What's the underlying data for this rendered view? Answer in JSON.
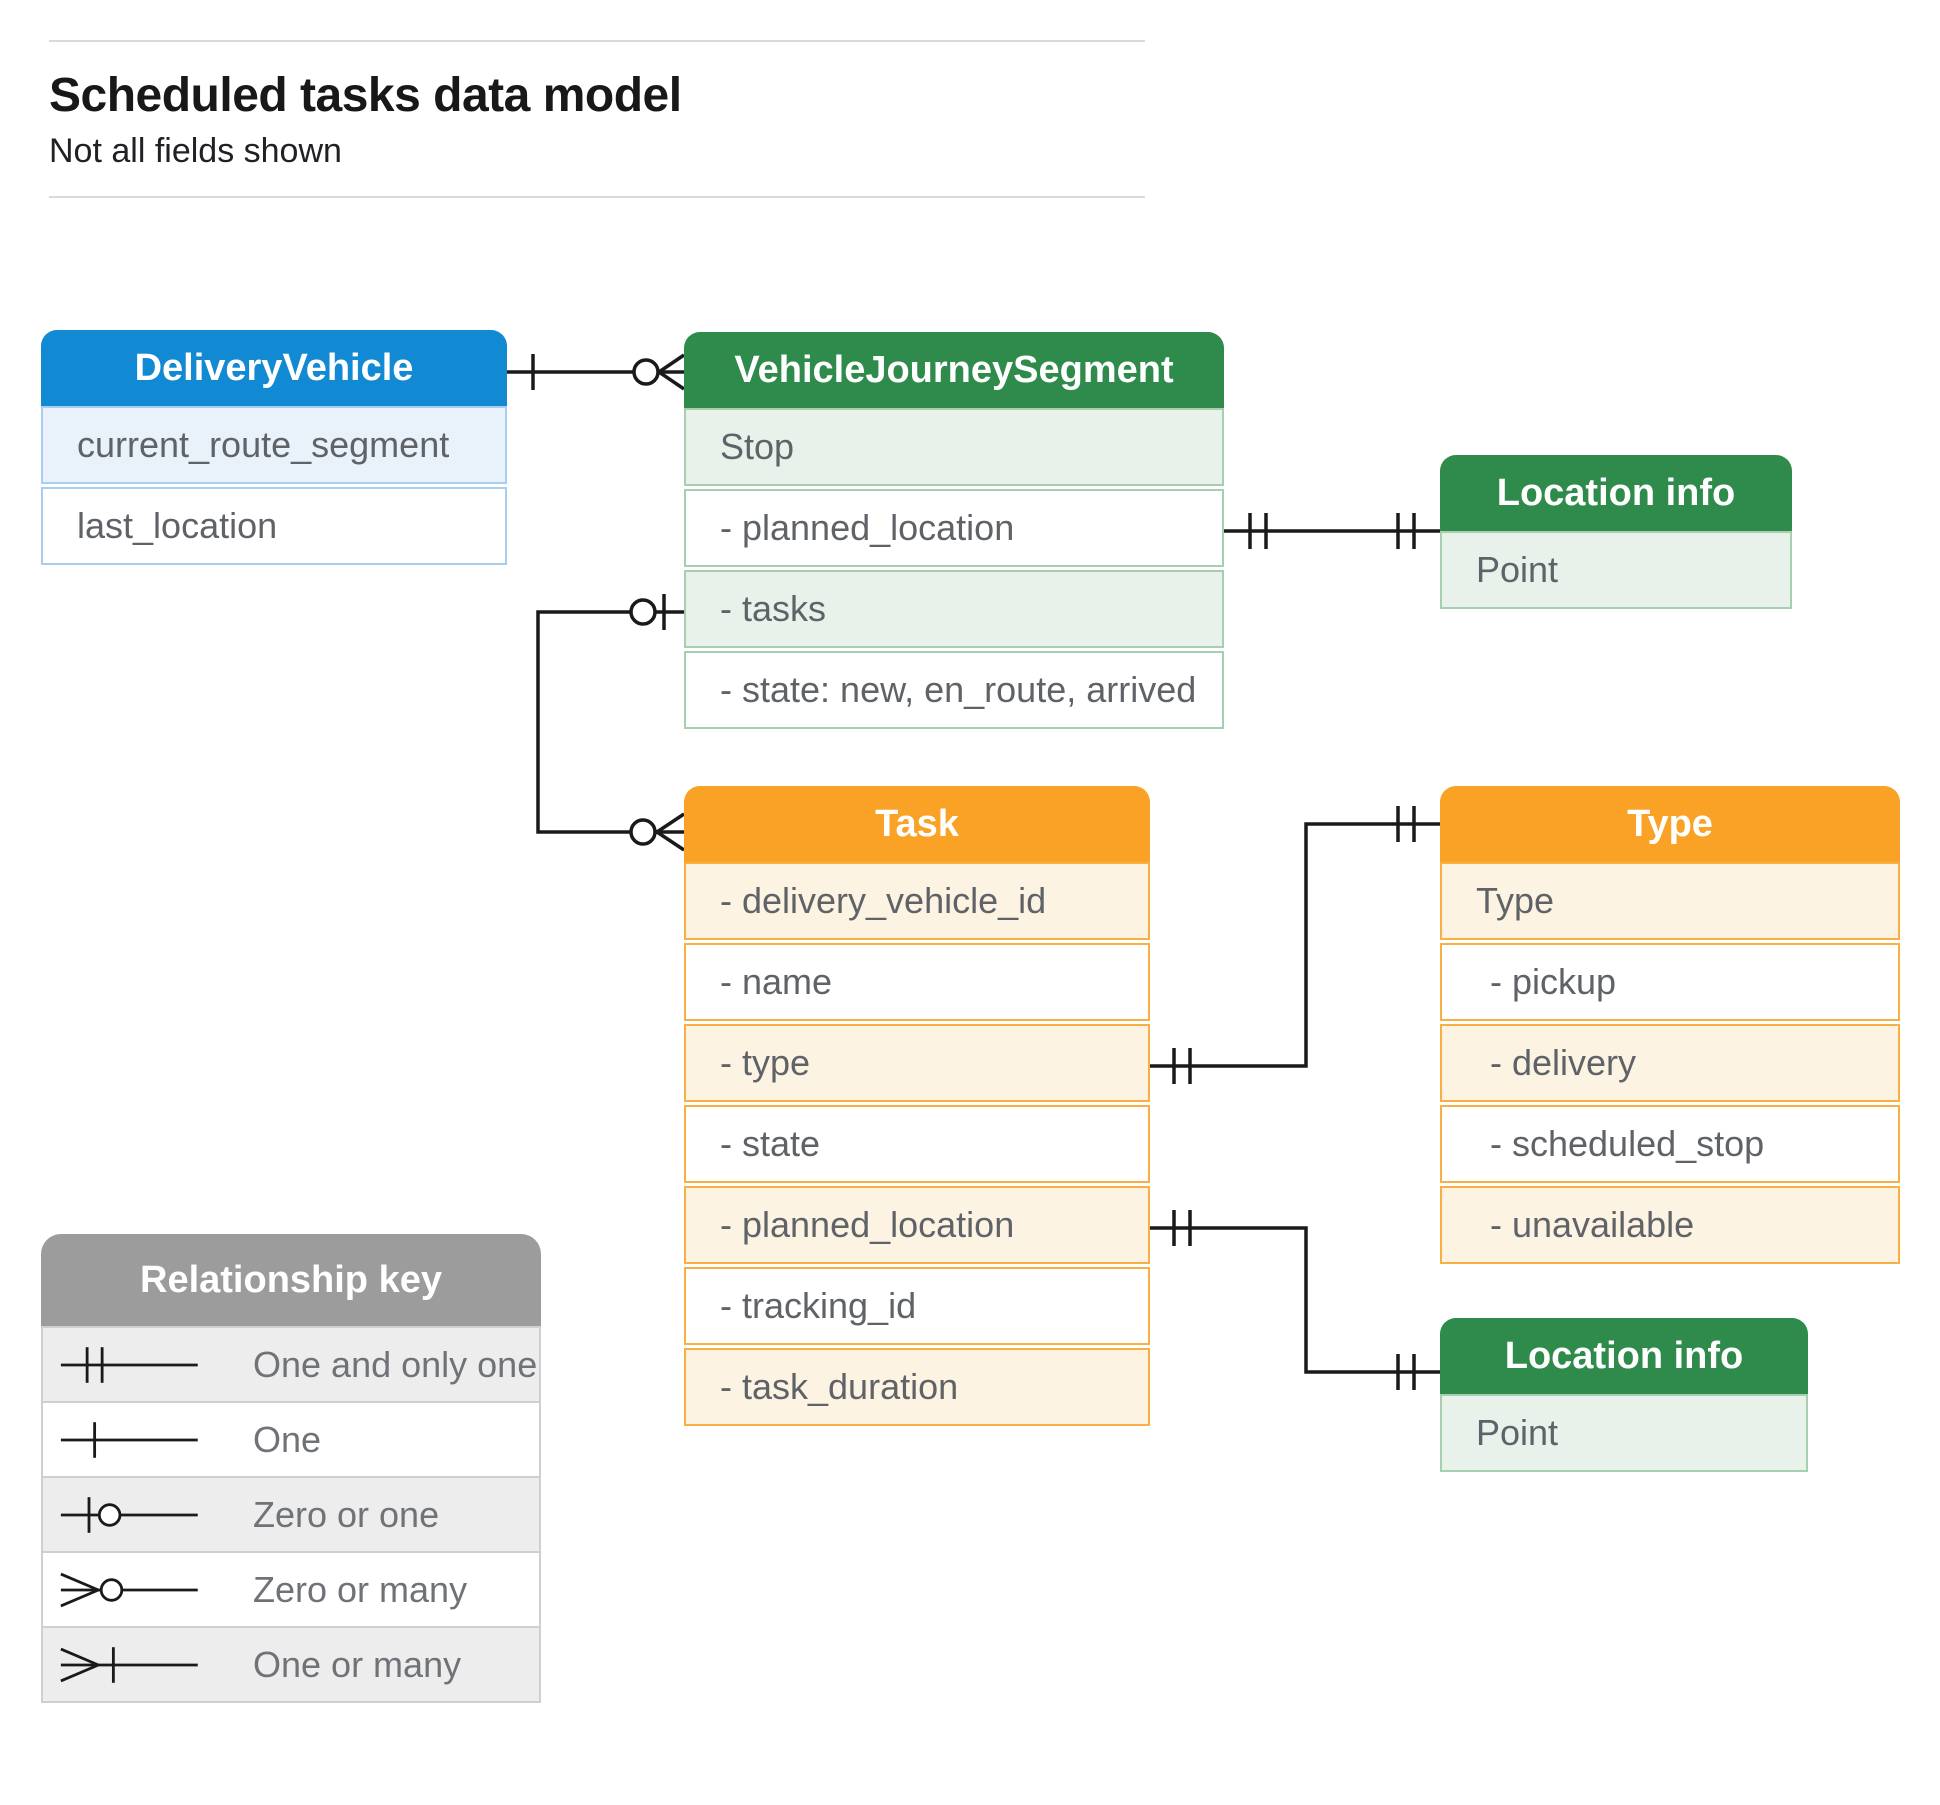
{
  "header": {
    "title": "Scheduled tasks data model",
    "subtitle": "Not all fields shown"
  },
  "entities": {
    "delivery_vehicle": {
      "title": "DeliveryVehicle",
      "fields": [
        "current_route_segment",
        "last_location"
      ]
    },
    "vehicle_journey_segment": {
      "title": "VehicleJourneySegment",
      "fields": [
        "Stop",
        "- planned_location",
        "- tasks",
        "- state: new, en_route, arrived"
      ]
    },
    "location_info_top": {
      "title": "Location info",
      "fields": [
        "Point"
      ]
    },
    "task": {
      "title": "Task",
      "fields": [
        "- delivery_vehicle_id",
        "- name",
        "- type",
        "- state",
        "- planned_location",
        "- tracking_id",
        "- task_duration"
      ]
    },
    "type": {
      "title": "Type",
      "fields": [
        "Type",
        "- pickup",
        "- delivery",
        "- scheduled_stop",
        "- unavailable"
      ]
    },
    "location_info_bottom": {
      "title": "Location info",
      "fields": [
        "Point"
      ]
    }
  },
  "legend": {
    "title": "Relationship key",
    "items": [
      {
        "symbol": "one-and-only-one",
        "label": "One and only one"
      },
      {
        "symbol": "one",
        "label": "One"
      },
      {
        "symbol": "zero-or-one",
        "label": "Zero or one"
      },
      {
        "symbol": "zero-or-many",
        "label": "Zero or many"
      },
      {
        "symbol": "one-or-many",
        "label": "One or many"
      }
    ]
  },
  "colors": {
    "blue_header": "#1289d3",
    "blue_row": "#e9f1fb",
    "blue_border": "#a7cef1",
    "green_header": "#2e8b4b",
    "green_row": "#e8f2ea",
    "green_border": "#a6cfb2",
    "orange_header": "#f9a226",
    "orange_row": "#fdf3e2",
    "orange_border": "#f8b045",
    "gray_header": "#9c9c9c",
    "gray_row": "#ededed",
    "gray_border": "#cfcfcf",
    "connector": "#1a1a1a"
  }
}
